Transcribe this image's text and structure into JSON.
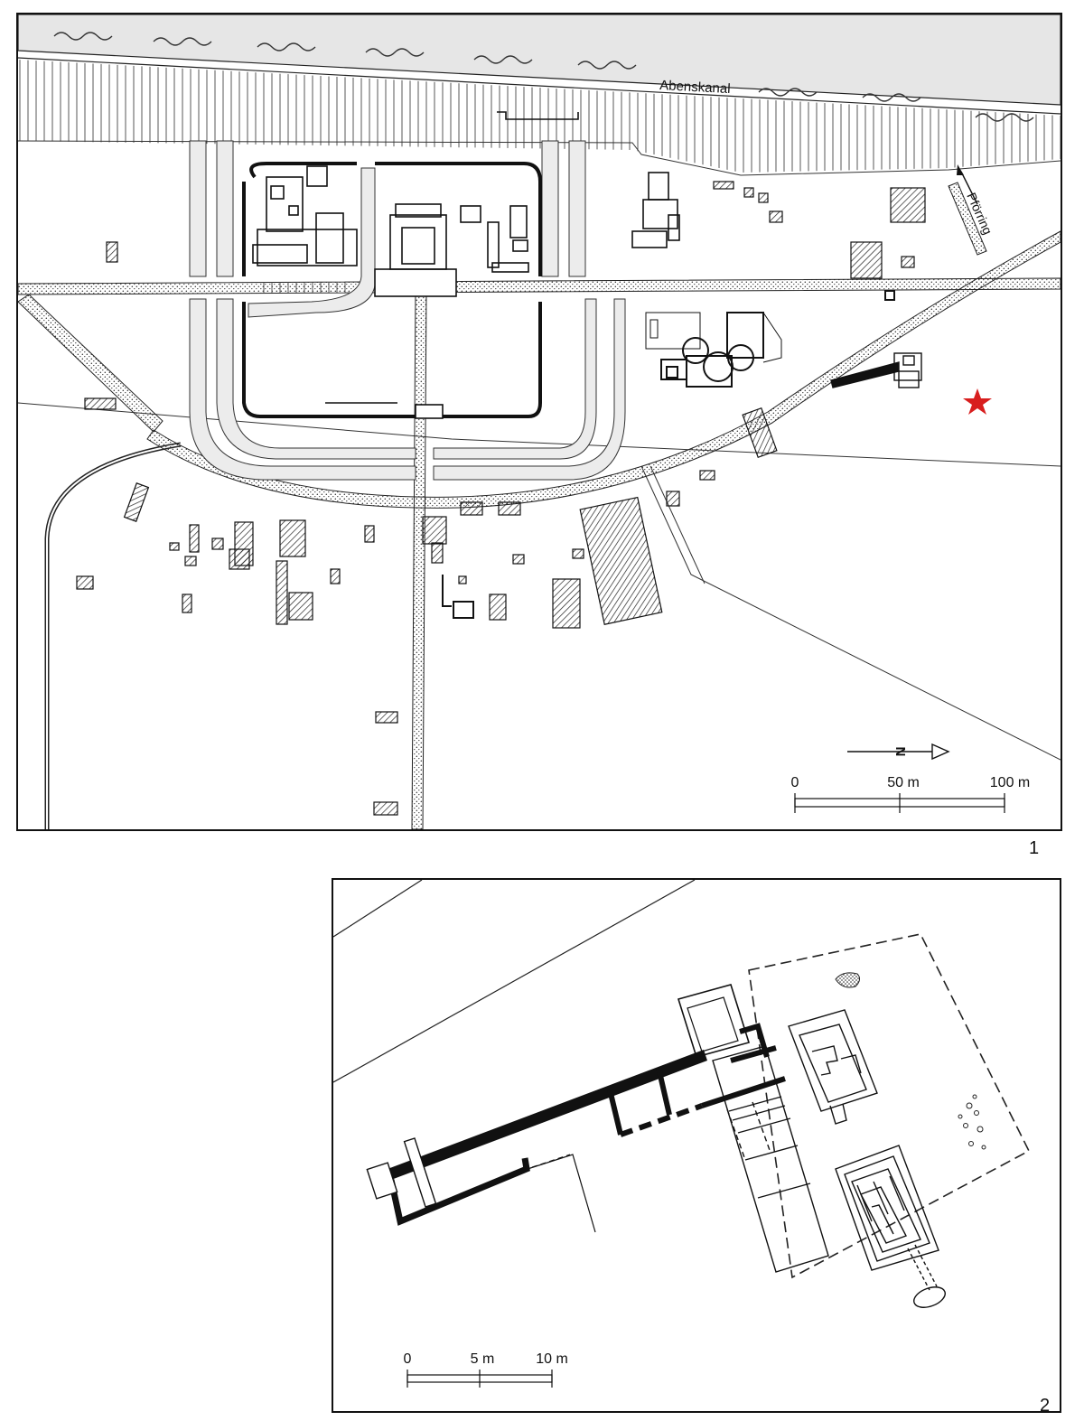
{
  "figure_1": {
    "number": "1",
    "labels": {
      "canal": "Abenskanal",
      "direction": "Pförring",
      "north": "N"
    },
    "scale": {
      "ticks": [
        "0",
        "50 m",
        "100 m"
      ]
    },
    "marker_color": "#d81e1e",
    "marker_icon": "star-icon"
  },
  "figure_2": {
    "number": "2",
    "scale": {
      "ticks": [
        "0",
        "5 m",
        "10 m"
      ]
    }
  }
}
